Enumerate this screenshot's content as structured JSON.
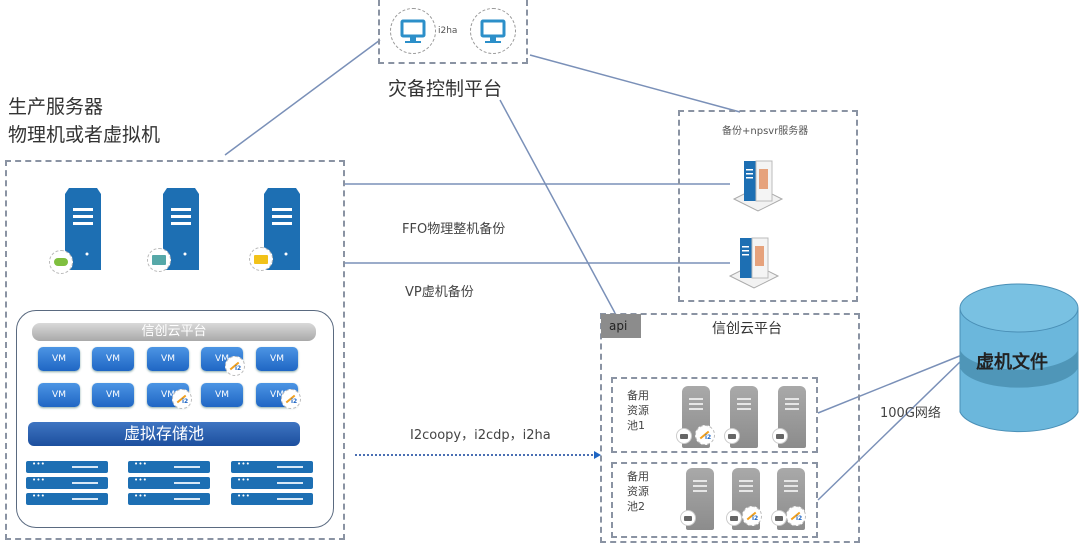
{
  "control_platform": {
    "label": "灾备控制平台",
    "link_label": "i2ha"
  },
  "production": {
    "title_line1": "生产服务器",
    "title_line2": "物理机或者虚拟机",
    "inner_platform": "信创云平台",
    "vm_label": "VM",
    "storage_pool": "虚拟存储池"
  },
  "backup_server": {
    "title": "备份+npsvr服务器"
  },
  "links": {
    "ffo": "FFO物理整机备份",
    "vp": "VP虚机备份",
    "replication": "I2coopy，i2cdp，i2ha",
    "network": "100G网络"
  },
  "target_cloud": {
    "api_tag": "api",
    "title": "信创云平台",
    "pool1": "备用\n资源\n池1",
    "pool2": "备用\n资源\n池2"
  },
  "storage": {
    "label": "虚机文件"
  },
  "colors": {
    "line": "#6a86b3",
    "server_blue": "#1d6fb3",
    "cylinder": "#6bb7dc",
    "monitor": "#2c8fc9"
  }
}
